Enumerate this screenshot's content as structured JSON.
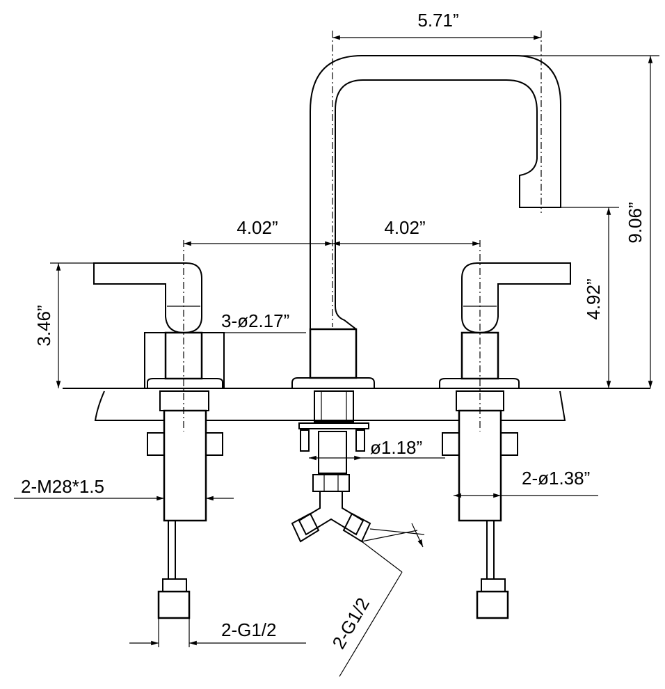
{
  "diagram": {
    "colors": {
      "line": "#000000",
      "background": "#ffffff"
    },
    "dimensions": {
      "spout_reach": "5.71”",
      "total_height": "9.06”",
      "spout_clearance": "4.92”",
      "handle_height": "3.46”",
      "spacing_left": "4.02”",
      "spacing_right": "4.02”",
      "base_diameter": "3-ø2.17”",
      "spout_shank_diameter": "ø1.18”",
      "valve_shank_diameter": "2-ø1.38”",
      "valve_thread": "2-M28*1.5",
      "valve_connection": "2-G1/2",
      "tee_connection": "2-G1/2"
    }
  }
}
